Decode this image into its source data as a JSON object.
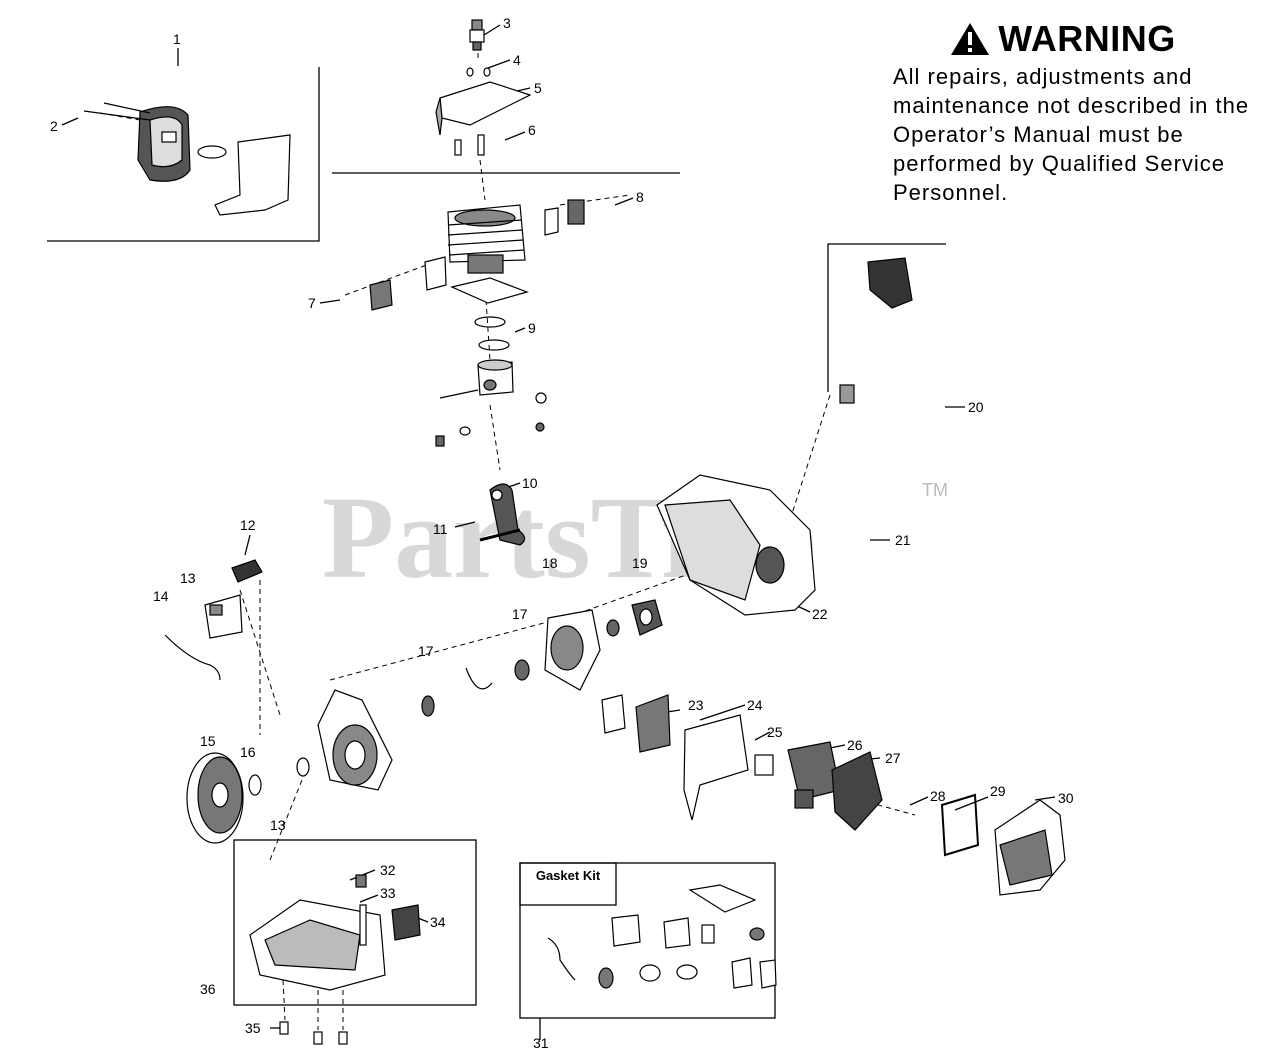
{
  "warning": {
    "title": "WARNING",
    "body": "All repairs, adjustments and maintenance not described in the Operator’s Manual must be performed by Qualified Service Personnel."
  },
  "watermark": "PartsTree",
  "trademark": "TM",
  "gasket_kit_label": "Gasket Kit",
  "callouts": [
    "1",
    "2",
    "3",
    "4",
    "5",
    "6",
    "7",
    "8",
    "9",
    "10",
    "11",
    "12",
    "13",
    "14",
    "15",
    "16",
    "17",
    "18",
    "19",
    "20",
    "21",
    "22",
    "23",
    "24",
    "25",
    "26",
    "27",
    "28",
    "29",
    "30",
    "31",
    "32",
    "33",
    "34",
    "35",
    "36",
    "17",
    "13"
  ]
}
